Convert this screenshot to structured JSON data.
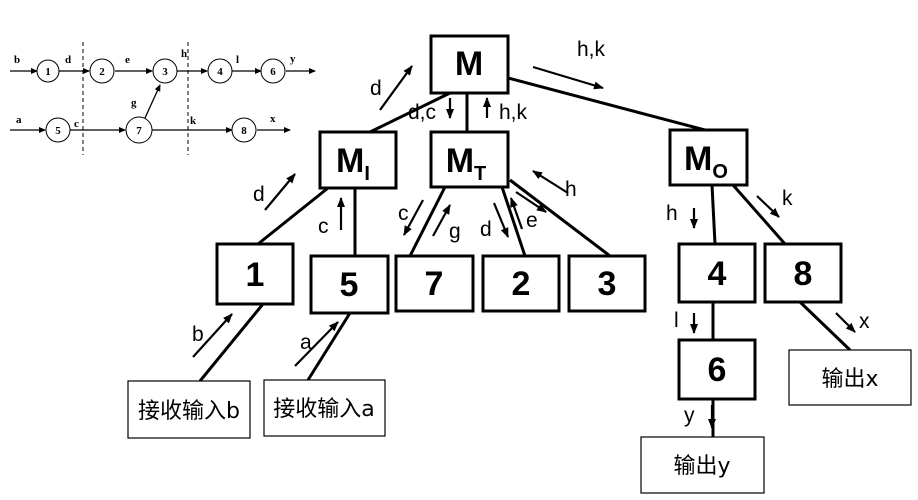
{
  "nodes": {
    "M": "M",
    "MI_main": "M",
    "MI_sub": "I",
    "MT_main": "M",
    "MT_sub": "T",
    "MO_main": "M",
    "MO_sub": "O",
    "n1": "1",
    "n5": "5",
    "n7": "7",
    "n2": "2",
    "n3": "3",
    "n4": "4",
    "n8": "8",
    "n6": "6"
  },
  "io": {
    "recv_b": "接收输入b",
    "recv_a": "接收输入a",
    "out_x": "输出x",
    "out_y": "输出y"
  },
  "edges": {
    "d_top": "d",
    "hk_top": "h,k",
    "dc": "d,c",
    "hk_mid": "h,k",
    "d_mi": "d",
    "c_mi": "c",
    "c_mt": "c",
    "g_mt": "g",
    "d_mt": "d",
    "e_mt": "e",
    "h_mt": "h",
    "h_mo": "h",
    "k_mo": "k",
    "b_in": "b",
    "a_in": "a",
    "l_46": "l",
    "y_out": "y",
    "x_out": "x"
  },
  "mini": {
    "nodes": [
      "1",
      "2",
      "3",
      "4",
      "6",
      "5",
      "7",
      "8"
    ],
    "labels": [
      "b",
      "d",
      "e",
      "h",
      "l",
      "y",
      "a",
      "c",
      "g",
      "k",
      "x"
    ]
  }
}
